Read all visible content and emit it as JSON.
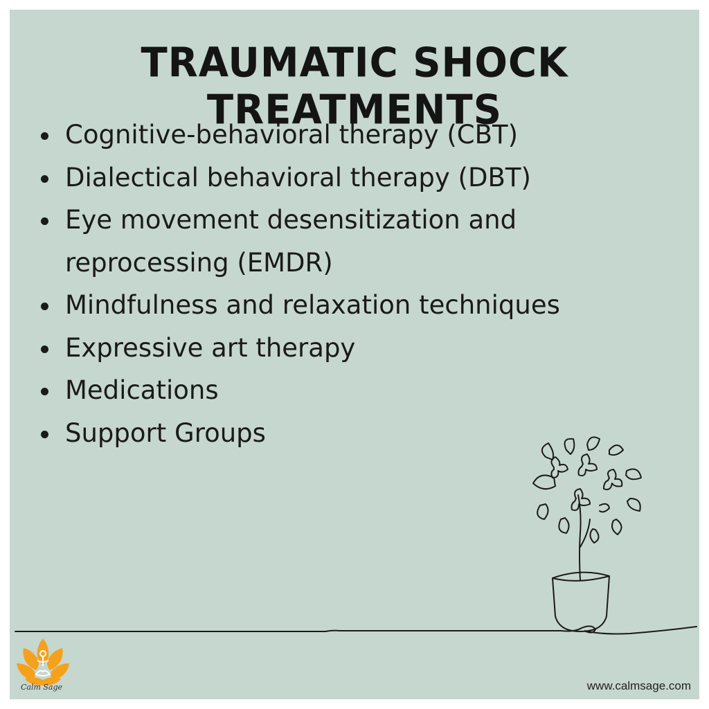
{
  "title": "TRAUMATIC SHOCK TREATMENTS",
  "treatments": [
    "Cognitive-behavioral therapy (CBT)",
    "Dialectical behavioral therapy (DBT)",
    "Eye movement desensitization and reprocessing (EMDR)",
    "Mindfulness and relaxation techniques",
    "Expressive art therapy",
    "Medications",
    "Support Groups"
  ],
  "brand": {
    "name": "Calm Sage",
    "url": "www.calmsage.com"
  },
  "colors": {
    "background": "#c6d7d0",
    "text": "#1a1a1a",
    "logo": "#f5a11c"
  },
  "illustration": "potted-tree-line-art"
}
